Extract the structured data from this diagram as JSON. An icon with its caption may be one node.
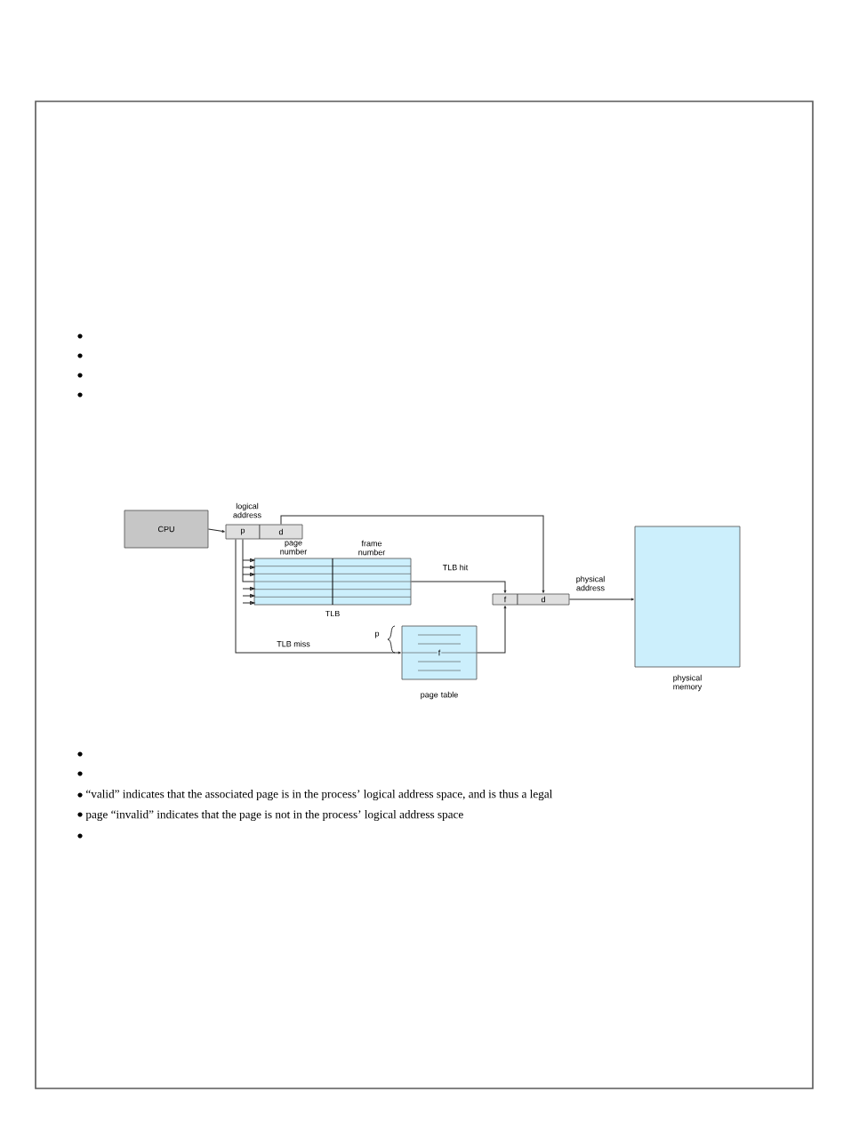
{
  "diagram": {
    "nodes": [
      {
        "text": [
          "CPU"
        ]
      },
      {
        "text": [
          "p"
        ]
      },
      {
        "text": [
          "d"
        ]
      },
      {
        "text": [
          "page number",
          "frame number"
        ],
        "beside": [
          "TLB"
        ]
      },
      {
        "text": [
          "f"
        ]
      },
      {
        "text": [
          "d"
        ]
      },
      {
        "text": [
          "f"
        ],
        "beside": [
          "page table"
        ]
      },
      {
        "text": [],
        "shape": "box",
        "beside": [
          "physical memory"
        ]
      }
    ],
    "edges": [
      {
        "from": 0,
        "to": 1,
        "arrow": "to"
      },
      {
        "from": 1,
        "to": 3,
        "arrow": "to"
      },
      {
        "from": 1,
        "to": 6,
        "arrow": "to",
        "label": "TLB miss"
      },
      {
        "from": 3,
        "to": 4,
        "arrow": "to",
        "label": "TLB hit"
      },
      {
        "from": 6,
        "to": 4,
        "arrow": "to"
      },
      {
        "from": 2,
        "to": 5,
        "arrow": "to"
      },
      {
        "from": 5,
        "to": 7,
        "arrow": "to"
      }
    ],
    "labels": [
      "logical address",
      "physical address",
      "p",
      "“valid” indicates that the associated page is in the process’ logical address space, and is thus a legal",
      "page “invalid” indicates that the page is not in the process’ logical address space"
    ]
  }
}
